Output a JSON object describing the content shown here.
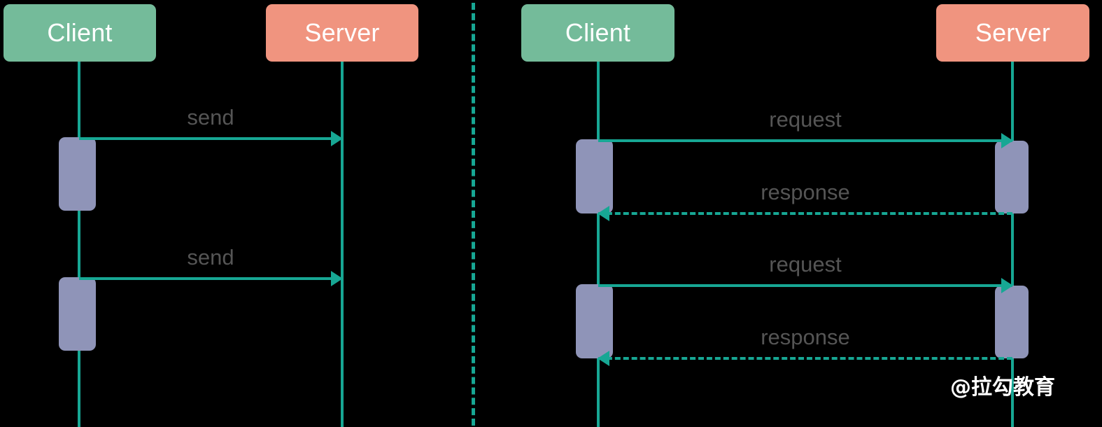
{
  "diagram": {
    "type": "sequence-diagram",
    "background_color": "#000000",
    "colors": {
      "client_box": "#74bb9a",
      "server_box": "#f0947f",
      "activation": "#8f94b8",
      "line": "#17a794",
      "label_text": "#555555",
      "participant_text": "#ffffff",
      "watermark_text": "#ffffff"
    },
    "panels": [
      {
        "id": "left-panel",
        "name": "one-way-send",
        "participants": [
          {
            "id": "left-client",
            "label": "Client",
            "role": "client"
          },
          {
            "id": "left-server",
            "label": "Server",
            "role": "server"
          }
        ],
        "messages": [
          {
            "id": "left-msg-1",
            "label": "send",
            "from": "left-client",
            "to": "left-server",
            "style": "solid",
            "direction": "right"
          },
          {
            "id": "left-msg-2",
            "label": "send",
            "from": "left-client",
            "to": "left-server",
            "style": "solid",
            "direction": "right"
          }
        ],
        "activations": [
          {
            "id": "left-client-activation-1",
            "participant": "left-client"
          },
          {
            "id": "left-client-activation-2",
            "participant": "left-client"
          }
        ]
      },
      {
        "id": "right-panel",
        "name": "request-response",
        "participants": [
          {
            "id": "right-client",
            "label": "Client",
            "role": "client"
          },
          {
            "id": "right-server",
            "label": "Server",
            "role": "server"
          }
        ],
        "messages": [
          {
            "id": "right-msg-1",
            "label": "request",
            "from": "right-client",
            "to": "right-server",
            "style": "solid",
            "direction": "right"
          },
          {
            "id": "right-msg-2",
            "label": "response",
            "from": "right-server",
            "to": "right-client",
            "style": "dashed",
            "direction": "left"
          },
          {
            "id": "right-msg-3",
            "label": "request",
            "from": "right-client",
            "to": "right-server",
            "style": "solid",
            "direction": "right"
          },
          {
            "id": "right-msg-4",
            "label": "response",
            "from": "right-server",
            "to": "right-client",
            "style": "dashed",
            "direction": "left"
          }
        ],
        "activations": [
          {
            "id": "right-client-activation-1",
            "participant": "right-client"
          },
          {
            "id": "right-server-activation-1",
            "participant": "right-server"
          },
          {
            "id": "right-client-activation-2",
            "participant": "right-client"
          },
          {
            "id": "right-server-activation-2",
            "participant": "right-server"
          }
        ]
      }
    ],
    "divider": {
      "id": "panel-divider",
      "style": "dashed",
      "orientation": "vertical"
    },
    "watermark": {
      "text": "@拉勾教育"
    }
  }
}
